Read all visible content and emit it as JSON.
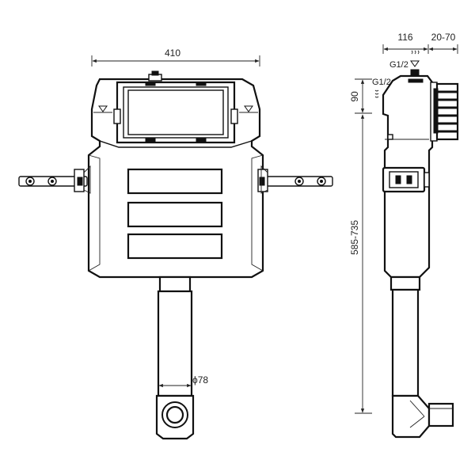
{
  "drawing": {
    "dimensions": {
      "total_width": "410",
      "side_depth": "116",
      "side_adjust": "20-70",
      "top_height": "90",
      "total_height": "585-735",
      "pipe_diameter": "ϕ78"
    },
    "connections": {
      "top_inlet": "G1/2",
      "side_inlet": "G1/2"
    }
  }
}
